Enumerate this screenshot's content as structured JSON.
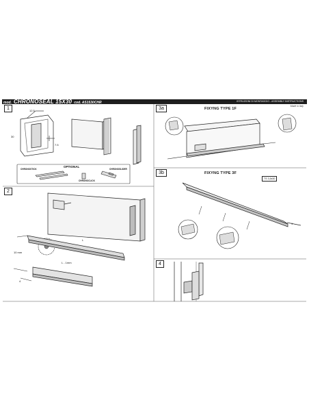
{
  "header": {
    "mod": "mod.",
    "product": "CHRONOSEAL 15X30",
    "code": "cod. AS1530CHR",
    "instructions": "ISTRUZIONI DI MONTAGGIO - ASSEMBLY INSTRUCTIONS",
    "made_in": "Made in Italy"
  },
  "steps": {
    "s1": "1",
    "s2": "2",
    "s3a": "3a",
    "s3b": "3b",
    "s4": "4"
  },
  "step1": {
    "dim_a": "12.5",
    "dim_b": "30",
    "dim_c": "7.5",
    "optional_title": "OPTIONAL",
    "label_chronostick": "CHRONOSTICK",
    "label_chronoslider": "CHRONOSLIDER",
    "label_chronoclick": "CHRONOCLICK"
  },
  "step2": {
    "dim_l": "L",
    "dim_l_minus": "L - 1mm",
    "dim_10": "10 mm",
    "dim_4": "4"
  },
  "step3a": {
    "title": "FIXYNG TYPE 1F"
  },
  "step3b": {
    "title": "FIXYNG TYPE 3F",
    "screw": "TS 3,5x30",
    "arrow_label": "1"
  }
}
